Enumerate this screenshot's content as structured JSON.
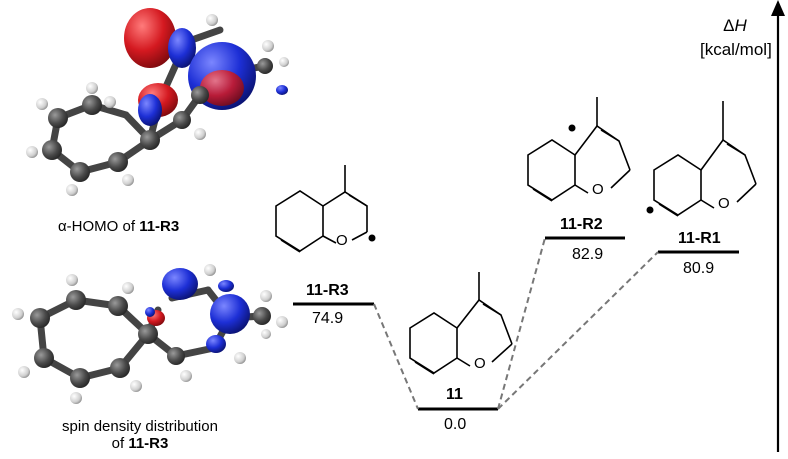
{
  "axis": {
    "symbol": "Δ",
    "variable": "H",
    "unit": "[kcal/mol]"
  },
  "captions": {
    "homo_prefix": "α-HOMO of ",
    "homo_bold": "11-R3",
    "spin_line1": "spin density distribution",
    "spin_line2_prefix": "of ",
    "spin_line2_bold": "11-R3"
  },
  "states": [
    {
      "id": "11-R3",
      "name": "11-R3",
      "value": "74.9"
    },
    {
      "id": "11",
      "name": "11",
      "value": "0.0"
    },
    {
      "id": "11-R2",
      "name": "11-R2",
      "value": "82.9"
    },
    {
      "id": "11-R1",
      "name": "11-R1",
      "value": "80.9"
    }
  ],
  "atoms": {
    "oxygen": "O"
  },
  "colors": {
    "level_line": "#000000",
    "connector": "#777777",
    "lobe_red": "#d41920",
    "lobe_blue": "#1d2fd6",
    "carbon": "#555555",
    "hydrogen": "#d8d8d8"
  }
}
